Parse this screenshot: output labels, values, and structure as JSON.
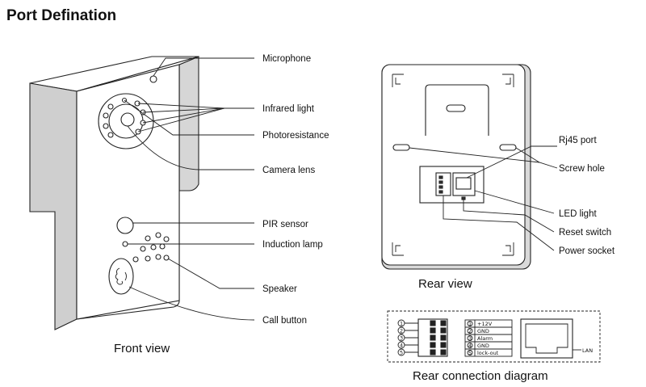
{
  "title": "Port Defination",
  "front": {
    "caption": "Front view",
    "labels": {
      "microphone": "Microphone",
      "infrared": "Infrared light",
      "photoresistance": "Photoresistance",
      "camera_lens": "Camera lens",
      "pir": "PIR sensor",
      "induction": "Induction lamp",
      "speaker": "Speaker",
      "call_button": "Call button"
    }
  },
  "rear": {
    "caption": "Rear view",
    "labels": {
      "rj45": "Rj45 port",
      "screw_hole": "Screw hole",
      "led": "LED light",
      "reset": "Reset switch",
      "power": "Power socket"
    }
  },
  "connection": {
    "caption": "Rear connection diagram",
    "pins": [
      "+12V",
      "GND",
      "Alarm",
      "GND",
      "lock-out"
    ],
    "pin_numbers": [
      "1",
      "2",
      "3",
      "4",
      "5"
    ],
    "lan": "LAN"
  }
}
